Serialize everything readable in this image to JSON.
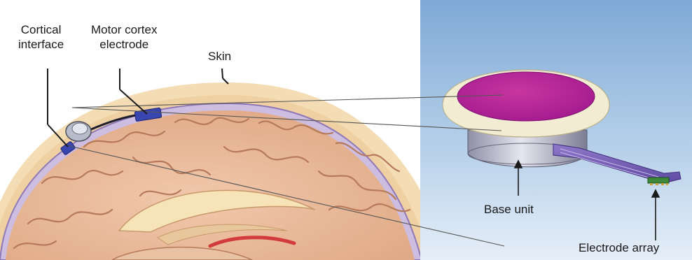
{
  "labels": {
    "cortical_interface": [
      "Cortical",
      "interface"
    ],
    "motor_cortex_electrode": [
      "Motor cortex",
      "electrode"
    ],
    "skin": "Skin",
    "base_unit": "Base unit",
    "electrode_array": "Electrode array"
  },
  "colors": {
    "panel_background": "#a7c7e6",
    "skin": "#f4ddb4",
    "brain": "#e8b79a",
    "membrane": "#9a86b8",
    "device_top": "#b51f9e",
    "device_rim": "#f7f1dc",
    "electrode": "#3a46b0"
  }
}
